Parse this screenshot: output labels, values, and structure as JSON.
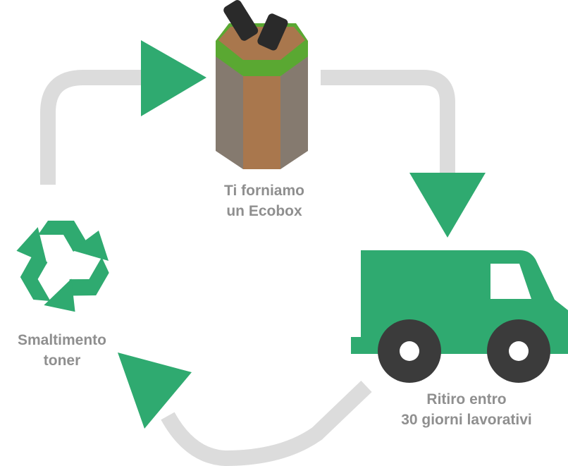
{
  "colors": {
    "green": "#2faa70",
    "track": "#dcdcdc",
    "label": "#8f8f8f",
    "box_side_dark": "#857a6f",
    "box_front": "#a9774d",
    "box_top": "#a9774d",
    "box_rim": "#5aa832",
    "cartridge": "#2a2a2a",
    "wheel": "#3b3b3b",
    "window": "#ffffff"
  },
  "icons": {
    "ecobox": "ecobox-icon",
    "van": "delivery-van-icon",
    "recycle": "recycle-icon",
    "arrow_head": "triangle-arrow-icon"
  },
  "steps": {
    "ecobox": {
      "line1": "Ti forniamo",
      "line2": "un Ecobox"
    },
    "pickup": {
      "line1": "Ritiro entro",
      "line2": "30 giorni lavorativi"
    },
    "disposal": {
      "line1": "Smaltimento",
      "line2": "toner"
    }
  }
}
